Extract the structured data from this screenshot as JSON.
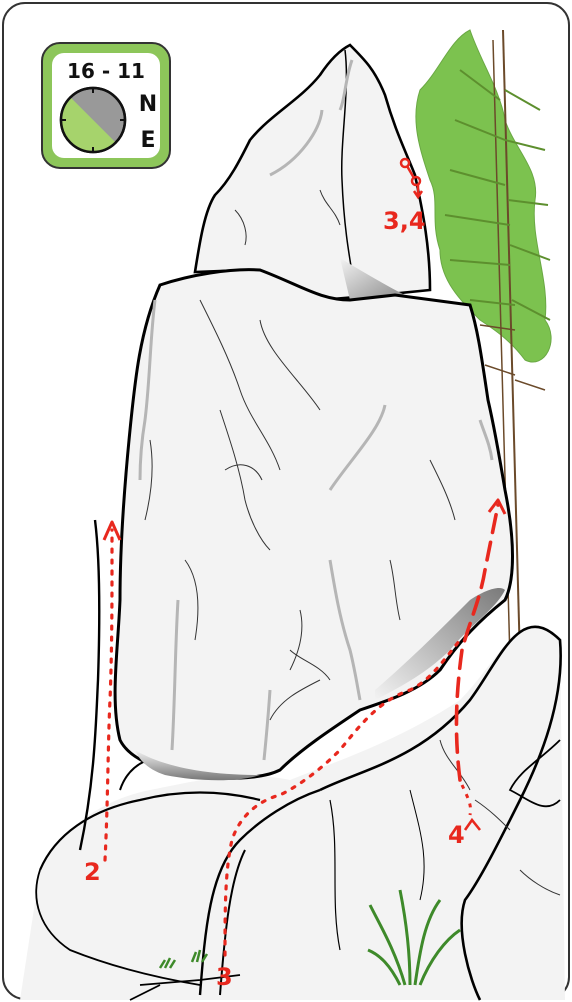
{
  "badge": {
    "number": "16 - 11",
    "compass_n": "N",
    "compass_e": "E"
  },
  "routes": [
    {
      "id": "2",
      "label": "2"
    },
    {
      "id": "3",
      "label": "3"
    },
    {
      "id": "4",
      "label": "4"
    },
    {
      "id": "3-4-anchor",
      "label": "3,4"
    }
  ],
  "colors": {
    "route": "#e8281e",
    "badge_green": "#8dc65a",
    "tree_green": "#7cc24f",
    "rock_fill": "#f3f3f3",
    "outline": "#000000",
    "crack_gray": "#b5b5b5"
  },
  "icons": [
    "compass-icon",
    "anchor-icon",
    "tree-icon",
    "grass-icon"
  ]
}
